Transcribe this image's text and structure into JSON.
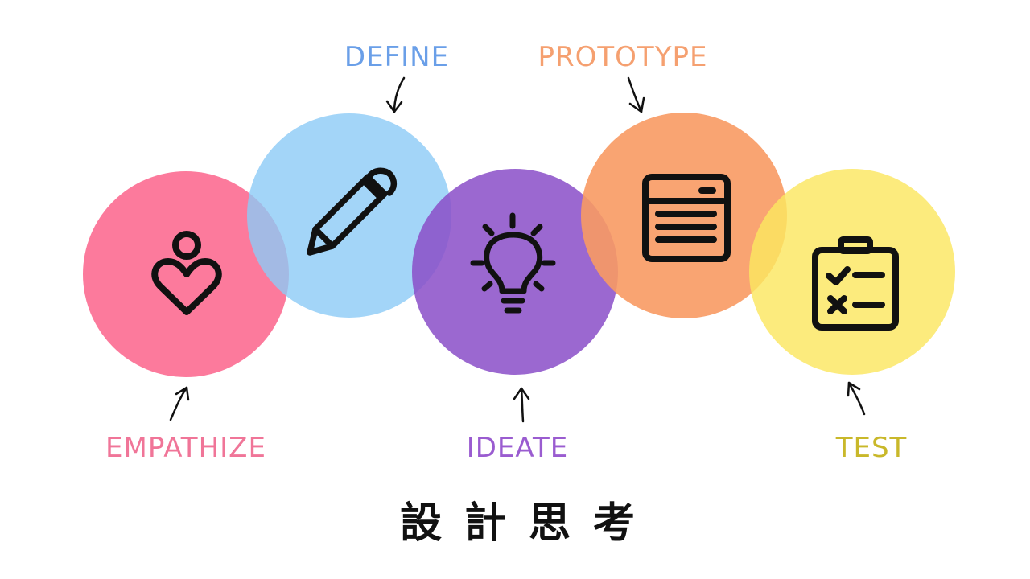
{
  "colors": {
    "empathize": "#fc7a9c",
    "define": "#a3d5f8",
    "ideate": "#9c66d0",
    "prototype": "#f9a877",
    "test": "#fcee7f",
    "ink": "#111111"
  },
  "stages": {
    "empathize": {
      "label": "EMPATHIZE",
      "icon": "person-heart-icon",
      "color": "#f07598"
    },
    "define": {
      "label": "DEFINE",
      "icon": "pencil-icon",
      "color": "#6a9fe8"
    },
    "ideate": {
      "label": "IDEATE",
      "icon": "lightbulb-icon",
      "color": "#9a5cd0"
    },
    "prototype": {
      "label": "PROTOTYPE",
      "icon": "wireframe-window-icon",
      "color": "#f5a070"
    },
    "test": {
      "label": "TEST",
      "icon": "clipboard-checklist-icon",
      "color": "#c9b82a"
    }
  },
  "title": "設計思考"
}
